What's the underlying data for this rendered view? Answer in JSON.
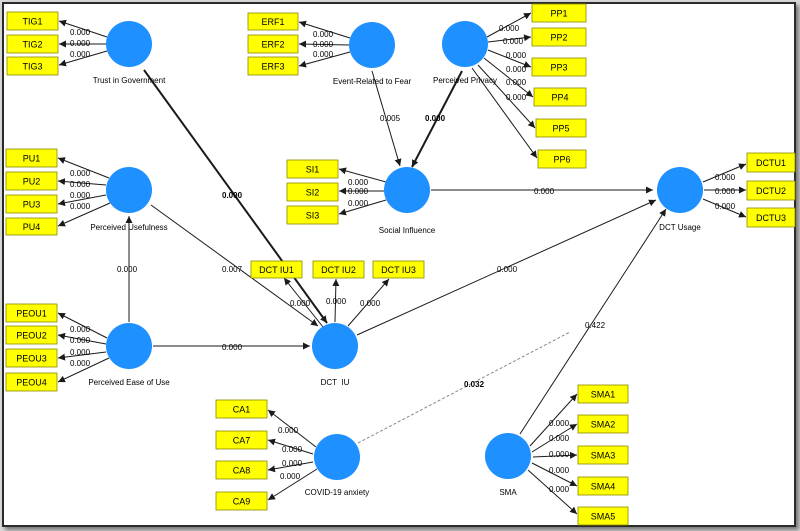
{
  "colors": {
    "construct": "#1e90ff",
    "indicator": "#ffff00",
    "path": "#1a1a1a",
    "weak_path": "#888888"
  },
  "constructs": {
    "tig": {
      "name": "Trust in Government"
    },
    "erf": {
      "name": "Event-Related to Fear"
    },
    "pp": {
      "name": "Perceived Privacy"
    },
    "pu": {
      "name": "Perceived Usefulness"
    },
    "si": {
      "name": "Social Influence"
    },
    "dctu": {
      "name": "DCT Usage"
    },
    "peou": {
      "name": "Perceived Ease of Use"
    },
    "dctiu": {
      "name": "DCT  IU"
    },
    "cov": {
      "name": "COVID-19 anxiety"
    },
    "sma": {
      "name": "SMA"
    }
  },
  "indicators": {
    "tig": [
      {
        "label": "TIG1",
        "loading": "0.000"
      },
      {
        "label": "TIG2",
        "loading": "0.000"
      },
      {
        "label": "TIG3",
        "loading": "0.000"
      }
    ],
    "erf": [
      {
        "label": "ERF1",
        "loading": "0.000"
      },
      {
        "label": "ERF2",
        "loading": "0.000"
      },
      {
        "label": "ERF3",
        "loading": "0.000"
      }
    ],
    "pp": [
      {
        "label": "PP1",
        "loading": "0.000"
      },
      {
        "label": "PP2",
        "loading": "0.000"
      },
      {
        "label": "PP3",
        "loading": "0.000"
      },
      {
        "label": "PP4",
        "loading": "0.000"
      },
      {
        "label": "PP5",
        "loading": "0.000"
      },
      {
        "label": "PP6",
        "loading": "0.000"
      }
    ],
    "pu": [
      {
        "label": "PU1",
        "loading": "0.000"
      },
      {
        "label": "PU2",
        "loading": "0.000"
      },
      {
        "label": "PU3",
        "loading": "0.000"
      },
      {
        "label": "PU4",
        "loading": "0.000"
      }
    ],
    "si": [
      {
        "label": "SI1",
        "loading": "0.000"
      },
      {
        "label": "SI2",
        "loading": "0.000"
      },
      {
        "label": "SI3",
        "loading": "0.000"
      }
    ],
    "dctu": [
      {
        "label": "DCTU1",
        "loading": "0.000"
      },
      {
        "label": "DCTU2",
        "loading": "0.000"
      },
      {
        "label": "DCTU3",
        "loading": "0.000"
      }
    ],
    "peou": [
      {
        "label": "PEOU1",
        "loading": "0.000"
      },
      {
        "label": "PEOU2",
        "loading": "0.000"
      },
      {
        "label": "PEOU3",
        "loading": "0.000"
      },
      {
        "label": "PEOU4",
        "loading": "0.000"
      }
    ],
    "dctiu": [
      {
        "label": "DCT IU1",
        "loading": "0.000"
      },
      {
        "label": "DCT IU2",
        "loading": "0.000"
      },
      {
        "label": "DCT IU3",
        "loading": "0.000"
      }
    ],
    "cov": [
      {
        "label": "CA1",
        "loading": "0.000"
      },
      {
        "label": "CA7",
        "loading": "0.000"
      },
      {
        "label": "CA8",
        "loading": "0.000"
      },
      {
        "label": "CA9",
        "loading": "0.000"
      }
    ],
    "sma": [
      {
        "label": "SMA1",
        "loading": "0.000"
      },
      {
        "label": "SMA2",
        "loading": "0.000"
      },
      {
        "label": "SMA3",
        "loading": "0.000"
      },
      {
        "label": "SMA4",
        "loading": "0.000"
      },
      {
        "label": "SMA5",
        "loading": "0.000"
      }
    ]
  },
  "paths": {
    "tig_to_dctiu": "0.000",
    "erf_to_si": "0.005",
    "pp_to_si": "0.000",
    "si_to_dctu": "0.000",
    "pu_to_dctiu": "0.007",
    "peou_to_pu": "0.000",
    "peou_to_dctiu": "0.000",
    "dctiu_to_dctu": "0.000",
    "sma_to_dctu": "0.422",
    "cov_to_dctiu": "0.032"
  }
}
